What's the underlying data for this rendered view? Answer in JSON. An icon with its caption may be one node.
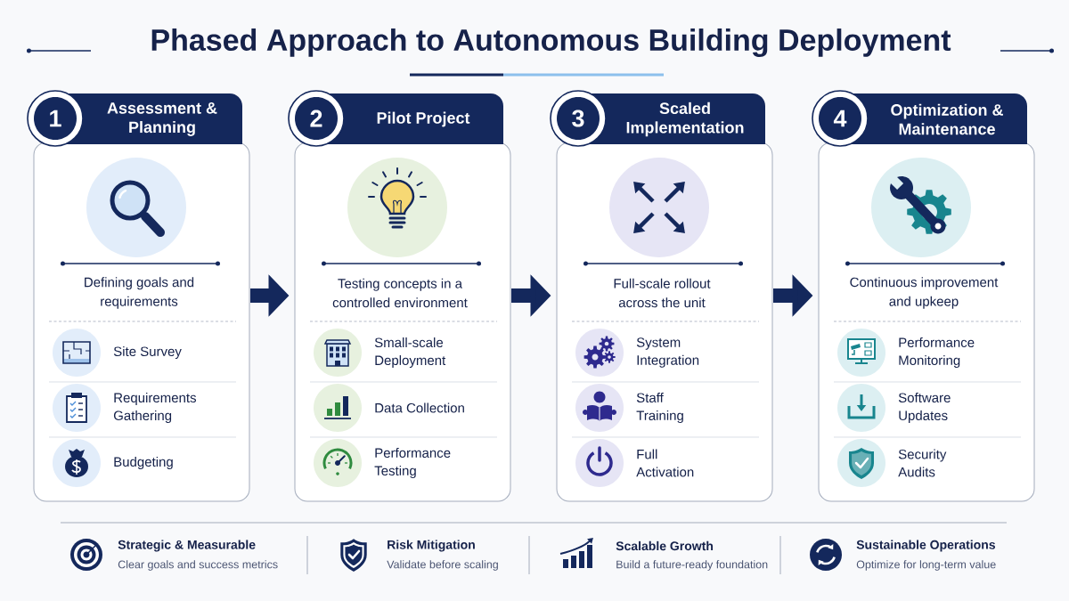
{
  "diagram": {
    "title": "Phased Approach to Autonomous Building Deployment",
    "nodes": [
      {
        "text": [
          "Assessment & Planning",
          "Defining goals and requirements"
        ]
      },
      {
        "text": [
          "1"
        ]
      },
      {
        "text": [
          "Site Survey"
        ],
        "in": 0
      },
      {
        "text": [
          "Requirements Gathering"
        ],
        "in": 0
      },
      {
        "text": [
          "Budgeting"
        ],
        "in": 0
      },
      {
        "text": [
          "Pilot Project",
          "Testing concepts in a controlled environment"
        ]
      },
      {
        "text": [
          "2"
        ]
      },
      {
        "text": [
          "Small-scale Deployment"
        ],
        "in": 5
      },
      {
        "text": [
          "Data Collection"
        ],
        "in": 5
      },
      {
        "text": [
          "Performance Testing"
        ],
        "in": 5
      },
      {
        "text": [
          "Scaled Implementation",
          "Full-scale rollout across the unit"
        ]
      },
      {
        "text": [
          "3"
        ]
      },
      {
        "text": [
          "System Integration"
        ],
        "in": 10
      },
      {
        "text": [
          "Staff Training"
        ],
        "in": 10
      },
      {
        "text": [
          "Full Activation"
        ],
        "in": 10
      },
      {
        "text": [
          "Optimization & Maintenance",
          "Continuous improvement and upkeep"
        ]
      },
      {
        "text": [
          "4"
        ]
      },
      {
        "text": [
          "Performance Monitoring"
        ],
        "in": 15
      },
      {
        "text": [
          "Software Updates"
        ],
        "in": 15
      },
      {
        "text": [
          "Security Audits"
        ],
        "in": 15
      }
    ],
    "edges": [
      {
        "from": 0,
        "to": 5,
        "arrow": "to"
      },
      {
        "from": 5,
        "to": 10,
        "arrow": "to"
      },
      {
        "from": 10,
        "to": 15,
        "arrow": "to"
      }
    ],
    "labels": [
      "Strategic & Measurable",
      "Clear goals and success metrics",
      "Risk Mitigation",
      "Validate before scaling",
      "Scalable Growth",
      "Build a future-ready foundation",
      "Sustainable Operations",
      "Optimize for long-term value"
    ]
  }
}
